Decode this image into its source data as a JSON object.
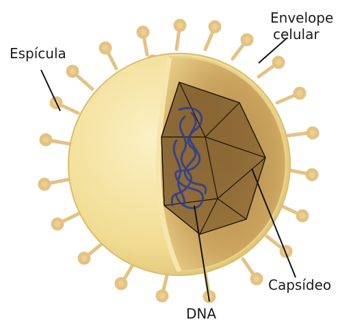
{
  "labels": {
    "espicula": "Espícula",
    "envelope_line1": "Envelope",
    "envelope_line2": "celular",
    "capsideo": "Capsídeo",
    "dna": "DNA"
  },
  "colors": {
    "envelope": "#f3e3a0",
    "spike": "#e9c88c",
    "capsid_fill": "#7a5a2e",
    "dna": "#2f3f8f",
    "leader": "#111111"
  }
}
